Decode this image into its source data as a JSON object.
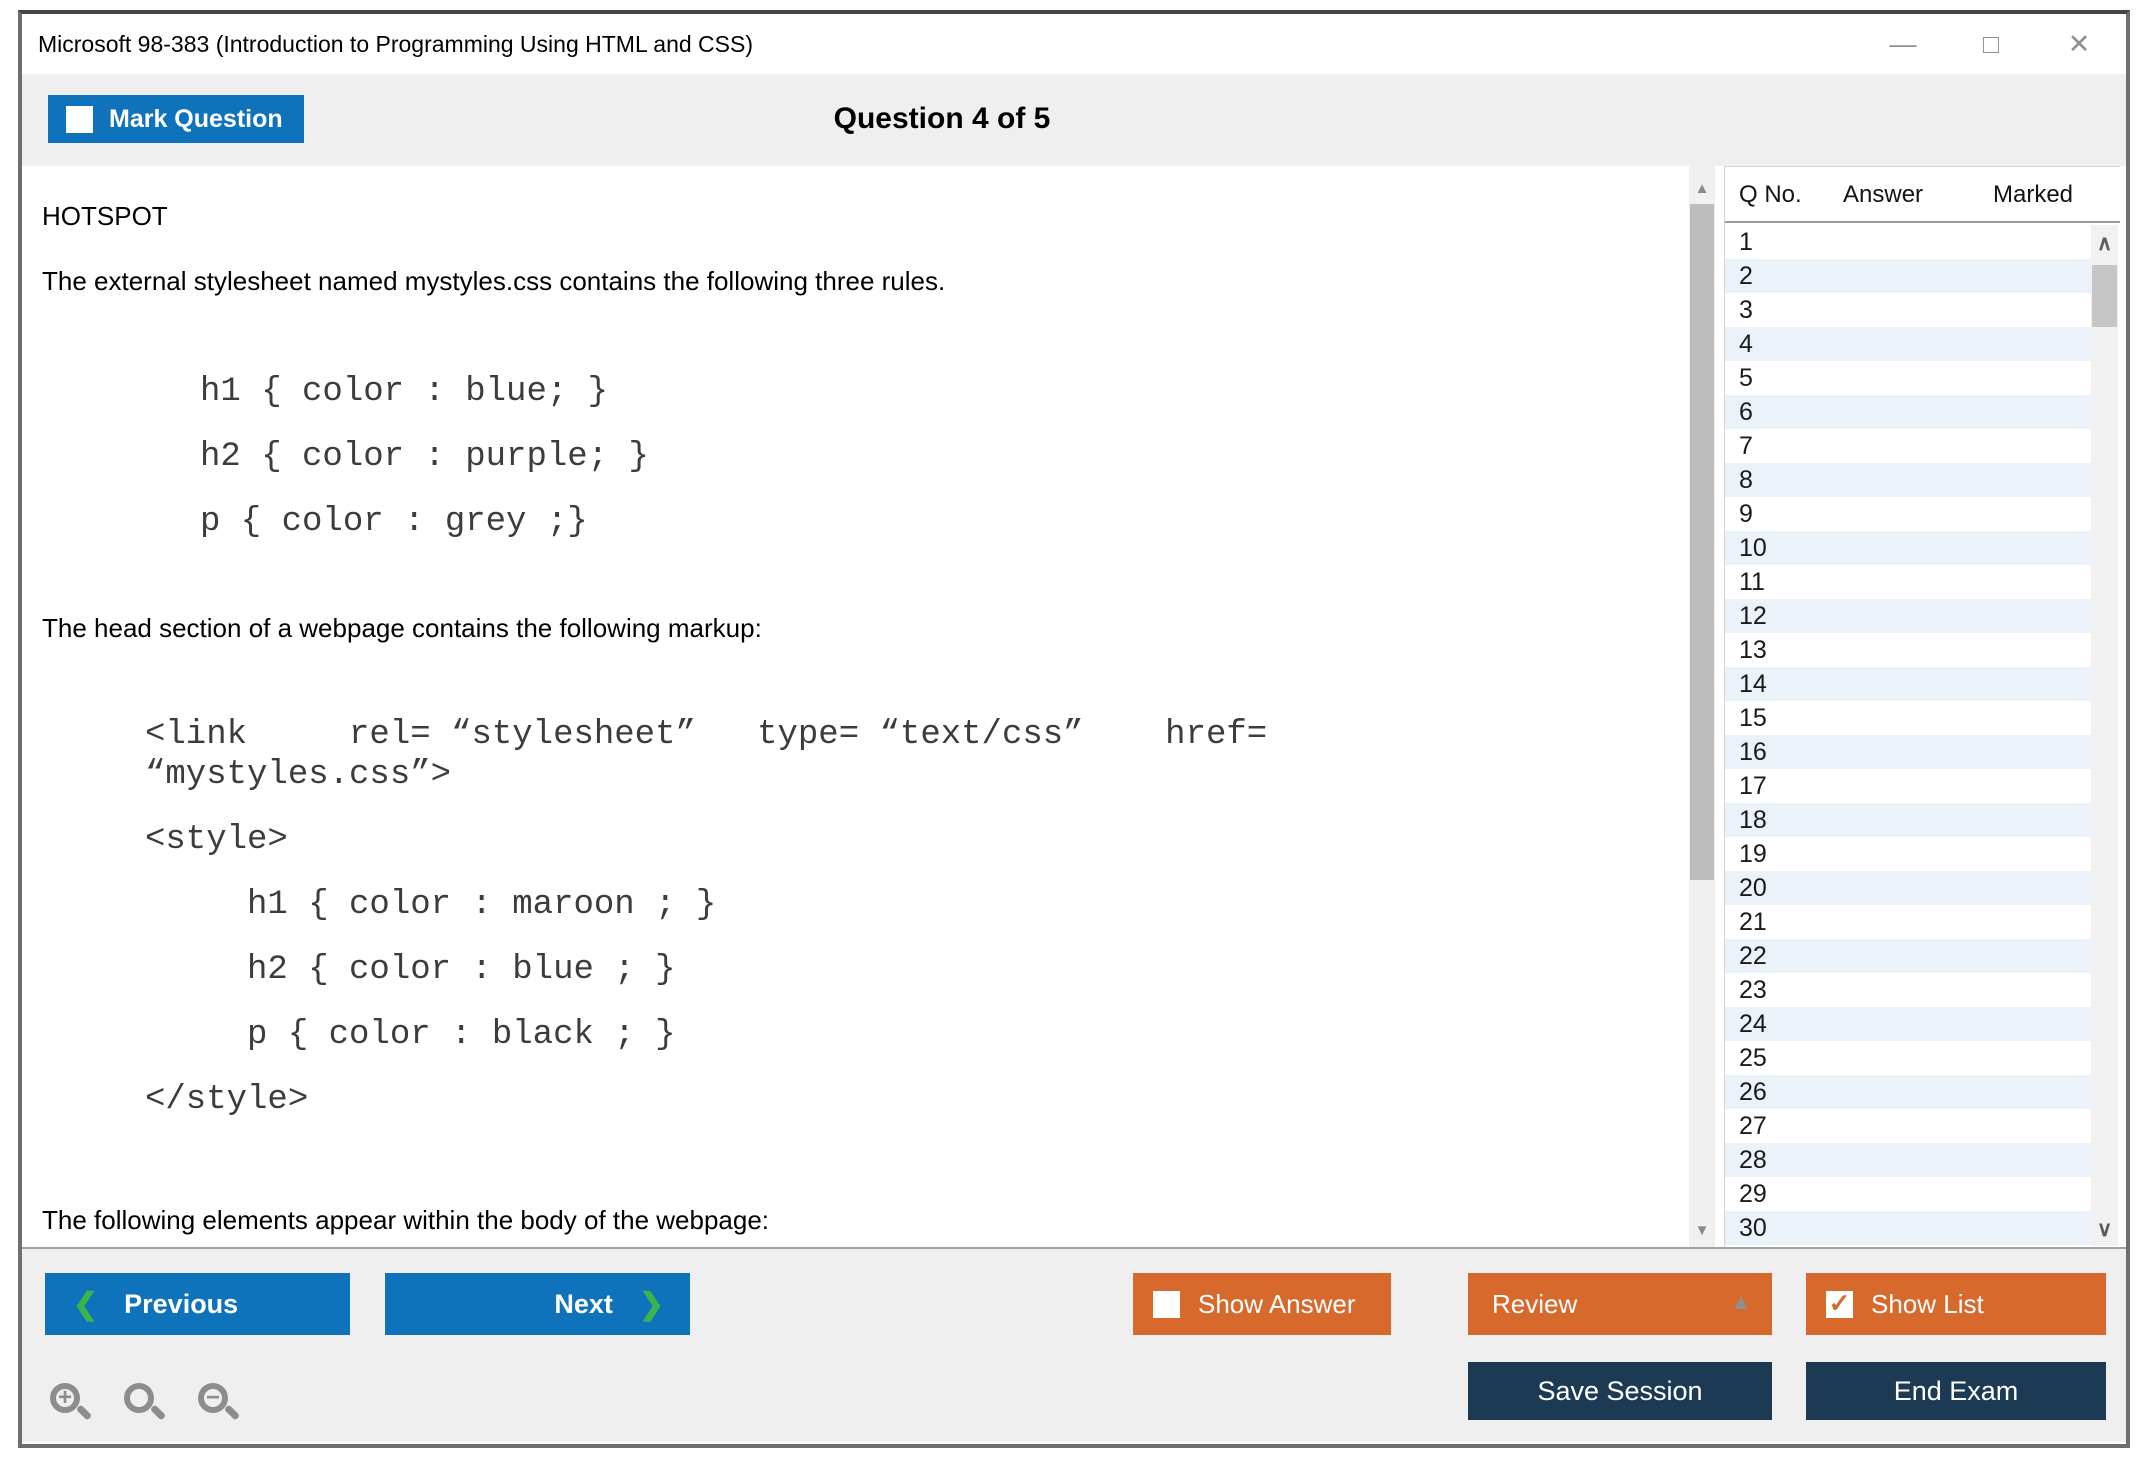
{
  "window": {
    "title": "Microsoft 98-383 (Introduction to Programming Using HTML and CSS)",
    "controls": {
      "minimize": "—",
      "maximize": "□",
      "close": "✕"
    }
  },
  "header": {
    "mark_question_label": "Mark Question",
    "question_counter": "Question 4 of 5"
  },
  "question": {
    "type_label": "HOTSPOT",
    "intro": "The external stylesheet named mystyles.css contains the following three rules.",
    "css_rules": [
      "h1 { color : blue; }",
      "h2 { color : purple; }",
      "p { color : grey ;}"
    ],
    "head_intro": "The head section of a webpage contains the following markup:",
    "head_markup": [
      "<link     rel= “stylesheet”   type= “text/css”    href=",
      "“mystyles.css”>",
      "<style>",
      "     h1 { color : maroon ; }",
      "     h2 { color : blue ; }",
      "     p { color : black ; }",
      "</style>"
    ],
    "body_intro": "The following elements appear within the body of the webpage:"
  },
  "question_list": {
    "columns": {
      "q_no": "Q No.",
      "answer": "Answer",
      "marked": "Marked"
    },
    "rows": [
      {
        "q": "1",
        "answer": "",
        "marked": ""
      },
      {
        "q": "2",
        "answer": "",
        "marked": ""
      },
      {
        "q": "3",
        "answer": "",
        "marked": ""
      },
      {
        "q": "4",
        "answer": "",
        "marked": ""
      },
      {
        "q": "5",
        "answer": "",
        "marked": ""
      },
      {
        "q": "6",
        "answer": "",
        "marked": ""
      },
      {
        "q": "7",
        "answer": "",
        "marked": ""
      },
      {
        "q": "8",
        "answer": "",
        "marked": ""
      },
      {
        "q": "9",
        "answer": "",
        "marked": ""
      },
      {
        "q": "10",
        "answer": "",
        "marked": ""
      },
      {
        "q": "11",
        "answer": "",
        "marked": ""
      },
      {
        "q": "12",
        "answer": "",
        "marked": ""
      },
      {
        "q": "13",
        "answer": "",
        "marked": ""
      },
      {
        "q": "14",
        "answer": "",
        "marked": ""
      },
      {
        "q": "15",
        "answer": "",
        "marked": ""
      },
      {
        "q": "16",
        "answer": "",
        "marked": ""
      },
      {
        "q": "17",
        "answer": "",
        "marked": ""
      },
      {
        "q": "18",
        "answer": "",
        "marked": ""
      },
      {
        "q": "19",
        "answer": "",
        "marked": ""
      },
      {
        "q": "20",
        "answer": "",
        "marked": ""
      },
      {
        "q": "21",
        "answer": "",
        "marked": ""
      },
      {
        "q": "22",
        "answer": "",
        "marked": ""
      },
      {
        "q": "23",
        "answer": "",
        "marked": ""
      },
      {
        "q": "24",
        "answer": "",
        "marked": ""
      },
      {
        "q": "25",
        "answer": "",
        "marked": ""
      },
      {
        "q": "26",
        "answer": "",
        "marked": ""
      },
      {
        "q": "27",
        "answer": "",
        "marked": ""
      },
      {
        "q": "28",
        "answer": "",
        "marked": ""
      },
      {
        "q": "29",
        "answer": "",
        "marked": ""
      },
      {
        "q": "30",
        "answer": "",
        "marked": ""
      }
    ]
  },
  "footer": {
    "previous_label": "Previous",
    "next_label": "Next",
    "show_answer_label": "Show Answer",
    "review_label": "Review",
    "show_list_label": "Show List",
    "save_session_label": "Save Session",
    "end_exam_label": "End Exam"
  },
  "icons": {
    "prev_chevron": "❮",
    "next_chevron": "❯",
    "review_caret": "▲",
    "scroll_up": "▲",
    "scroll_down": "▼",
    "list_scroll_up": "∧",
    "list_scroll_down": "∨",
    "zoom_in_sign": "+",
    "zoom_out_sign": "−",
    "checked_mark": "✓"
  },
  "colors": {
    "accent_blue": "#0e73bb",
    "accent_orange": "#d7692c",
    "accent_navy": "#1d3a55",
    "accent_green": "#3cb44b",
    "band_gray": "#efefef",
    "row_alt_blue": "#ecf2f9"
  }
}
